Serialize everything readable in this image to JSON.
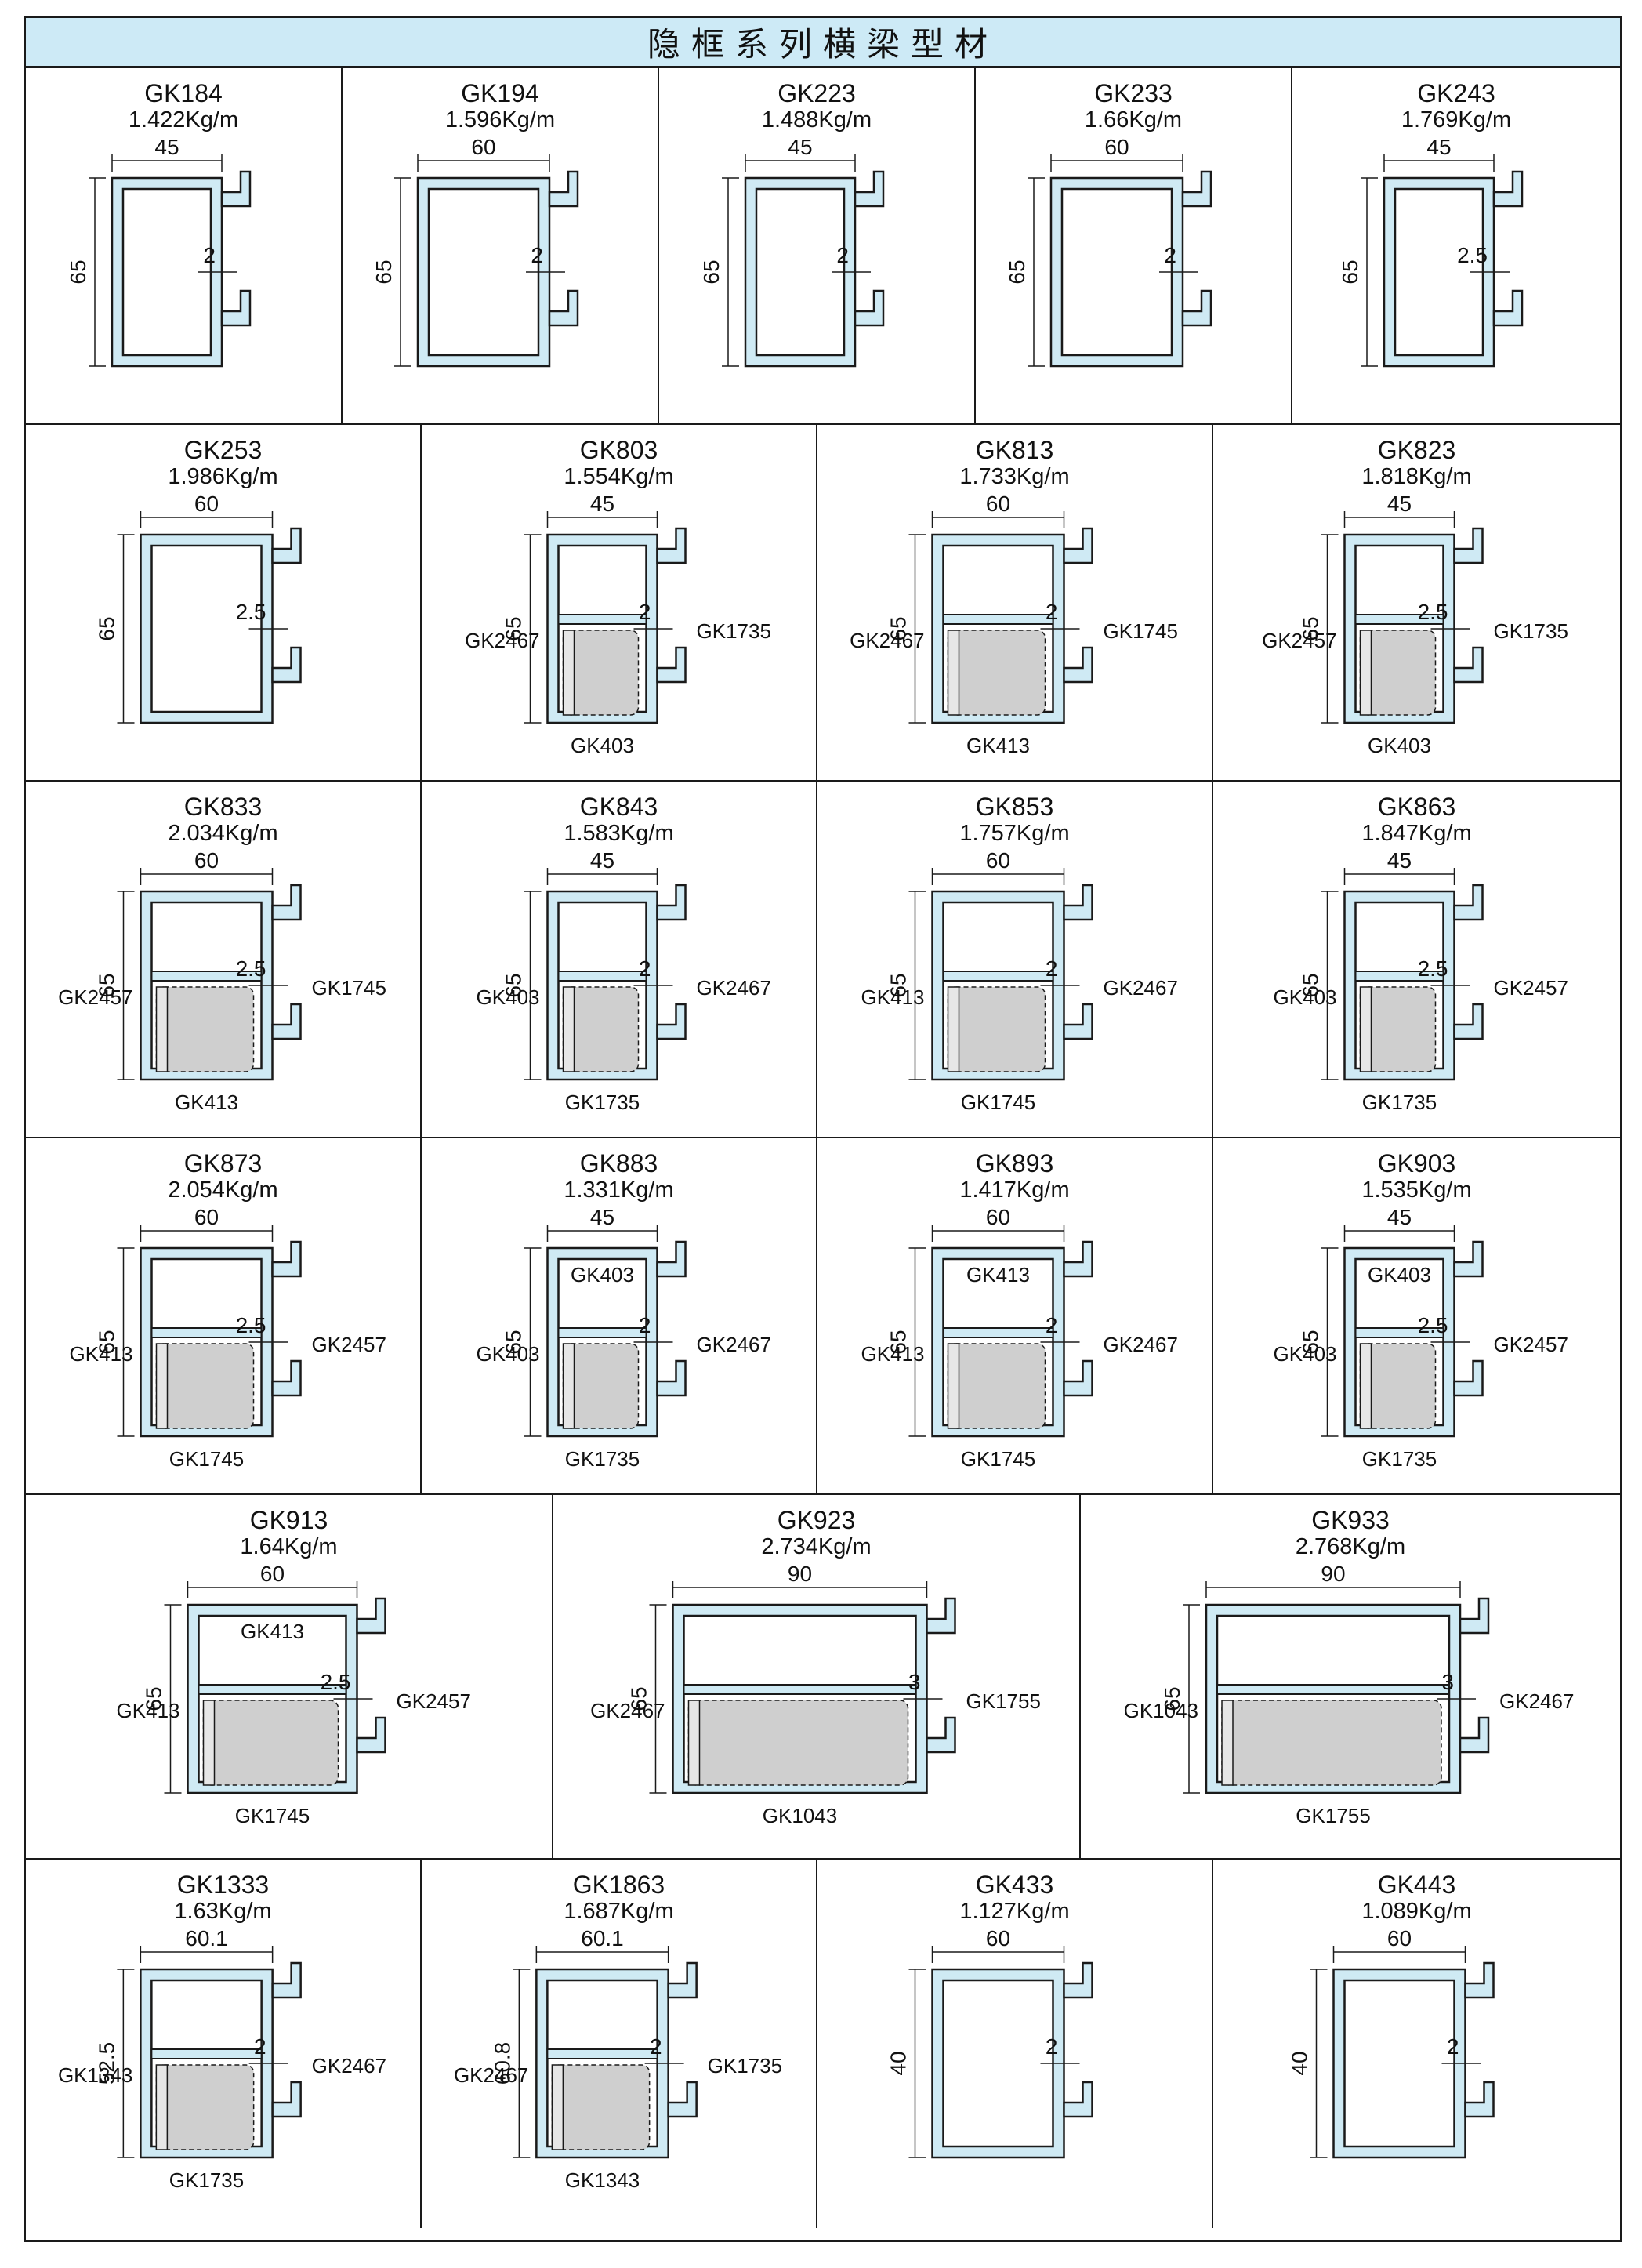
{
  "title": "隐框系列横梁型材",
  "colors": {
    "profile_fill": "#cfeaf4",
    "insert_fill": "#cfcfcf",
    "header_bg": "#cdeaf6",
    "line": "#1a1a1a"
  },
  "rows": [
    [
      {
        "code": "GK184",
        "weight": "1.422Kg/m",
        "w": "45",
        "h": "65",
        "t": "2",
        "parts": []
      },
      {
        "code": "GK194",
        "weight": "1.596Kg/m",
        "w": "60",
        "h": "65",
        "t": "2",
        "parts": []
      },
      {
        "code": "GK223",
        "weight": "1.488Kg/m",
        "w": "45",
        "h": "65",
        "t": "2",
        "parts": []
      },
      {
        "code": "GK233",
        "weight": "1.66Kg/m",
        "w": "60",
        "h": "65",
        "t": "2",
        "parts": []
      },
      {
        "code": "GK243",
        "weight": "1.769Kg/m",
        "w": "45",
        "h": "65",
        "t": "2.5",
        "parts": []
      }
    ],
    [
      {
        "code": "GK253",
        "weight": "1.986Kg/m",
        "w": "60",
        "h": "65",
        "t": "2.5",
        "parts": []
      },
      {
        "code": "GK803",
        "weight": "1.554Kg/m",
        "w": "45",
        "h": "65",
        "t": "2",
        "parts": [
          "GK2467",
          "GK1735",
          "GK403"
        ]
      },
      {
        "code": "GK813",
        "weight": "1.733Kg/m",
        "w": "60",
        "h": "65",
        "t": "2",
        "parts": [
          "GK2467",
          "GK1745",
          "GK413"
        ]
      },
      {
        "code": "GK823",
        "weight": "1.818Kg/m",
        "w": "45",
        "h": "65",
        "t": "2.5",
        "parts": [
          "GK2457",
          "GK1735",
          "GK403"
        ]
      }
    ],
    [
      {
        "code": "GK833",
        "weight": "2.034Kg/m",
        "w": "60",
        "h": "65",
        "t": "2.5",
        "parts": [
          "GK2457",
          "GK1745",
          "GK413"
        ]
      },
      {
        "code": "GK843",
        "weight": "1.583Kg/m",
        "w": "45",
        "h": "65",
        "t": "2",
        "parts": [
          "GK403",
          "GK2467",
          "GK1735"
        ]
      },
      {
        "code": "GK853",
        "weight": "1.757Kg/m",
        "w": "60",
        "h": "65",
        "t": "2",
        "parts": [
          "GK413",
          "GK2467",
          "GK1745"
        ]
      },
      {
        "code": "GK863",
        "weight": "1.847Kg/m",
        "w": "45",
        "h": "65",
        "t": "2.5",
        "parts": [
          "GK403",
          "GK2457",
          "GK1735"
        ]
      }
    ],
    [
      {
        "code": "GK873",
        "weight": "2.054Kg/m",
        "w": "60",
        "h": "65",
        "t": "2.5",
        "parts": [
          "GK413",
          "GK2457",
          "GK1745"
        ]
      },
      {
        "code": "GK883",
        "weight": "1.331Kg/m",
        "w": "45",
        "h": "65",
        "t": "2",
        "parts": [
          "GK403",
          "GK2467",
          "GK1735",
          "GK403"
        ]
      },
      {
        "code": "GK893",
        "weight": "1.417Kg/m",
        "w": "60",
        "h": "65",
        "t": "2",
        "parts": [
          "GK413",
          "GK2467",
          "GK1745",
          "GK413"
        ]
      },
      {
        "code": "GK903",
        "weight": "1.535Kg/m",
        "w": "45",
        "h": "65",
        "t": "2.5",
        "parts": [
          "GK403",
          "GK2457",
          "GK1735",
          "GK403"
        ]
      }
    ],
    [
      {
        "code": "GK913",
        "weight": "1.64Kg/m",
        "w": "60",
        "h": "65",
        "t": "2.5",
        "parts": [
          "GK413",
          "GK2457",
          "GK1745",
          "GK413"
        ]
      },
      {
        "code": "GK923",
        "weight": "2.734Kg/m",
        "w": "90",
        "h": "65",
        "t": "3",
        "parts": [
          "GK2467",
          "GK1755",
          "GK1043"
        ]
      },
      {
        "code": "GK933",
        "weight": "2.768Kg/m",
        "w": "90",
        "h": "65",
        "t": "3",
        "parts": [
          "GK1043",
          "GK2467",
          "GK1755"
        ]
      }
    ],
    [
      {
        "code": "GK1333",
        "weight": "1.63Kg/m",
        "w": "60.1",
        "h": "52.5",
        "t": "2",
        "parts": [
          "GK1343",
          "GK2467",
          "GK1735"
        ]
      },
      {
        "code": "GK1863",
        "weight": "1.687Kg/m",
        "w": "60.1",
        "h": "60.8",
        "t": "2",
        "parts": [
          "GK2467",
          "GK1735",
          "GK1343"
        ]
      },
      {
        "code": "GK433",
        "weight": "1.127Kg/m",
        "w": "60",
        "h": "40",
        "t": "2",
        "parts": []
      },
      {
        "code": "GK443",
        "weight": "1.089Kg/m",
        "w": "60",
        "h": "40",
        "t": "2",
        "parts": []
      }
    ]
  ]
}
